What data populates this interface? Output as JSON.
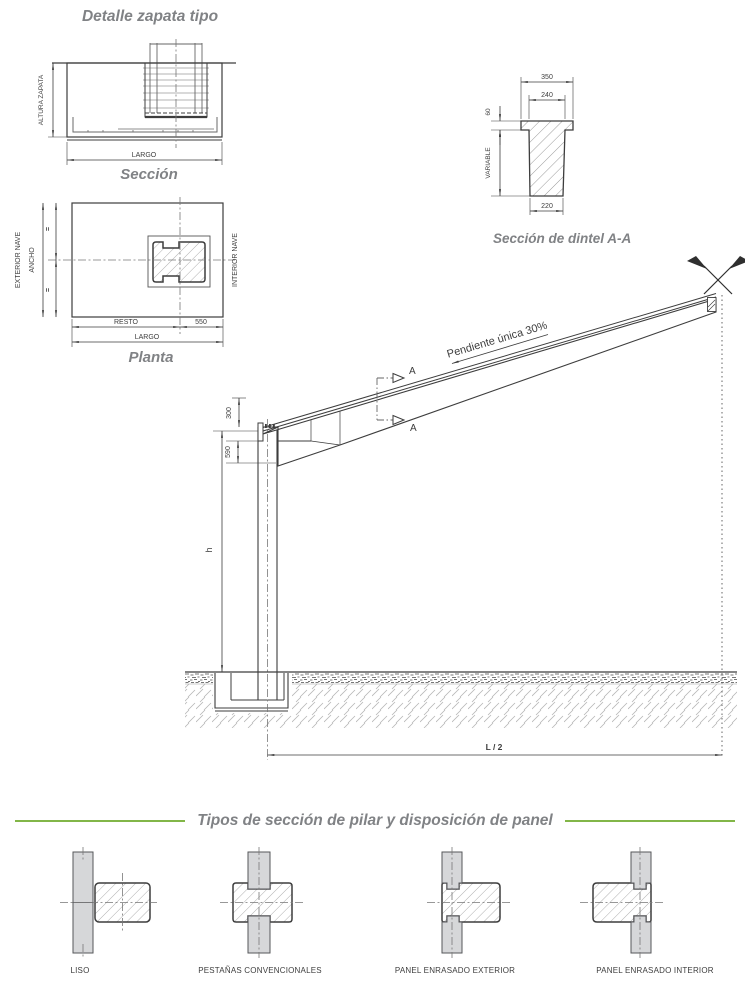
{
  "titles": {
    "detalle": "Detalle zapata tipo",
    "seccion": "Sección",
    "planta": "Planta",
    "dintel_caption": "Sección de dintel A-A",
    "pillar_section": "Tipos de sección de pilar y disposición de panel"
  },
  "seccion_view": {
    "altura": "ALTURA ZAPATA",
    "largo": "LARGO"
  },
  "planta_view": {
    "exterior": "EXTERIOR NAVE",
    "interior": "INTERIOR NAVE",
    "ancho": "ANCHO",
    "eq": "=",
    "resto": "RESTO",
    "d550": "550",
    "largo": "LARGO"
  },
  "dintel_view": {
    "d350": "350",
    "d240": "240",
    "d60": "60",
    "variable": "VARIABLE",
    "d220": "220"
  },
  "frame": {
    "slope": "Pendiente única 30%",
    "a": "A",
    "d300": "300",
    "d590": "590",
    "h": "h",
    "l2": "L / 2"
  },
  "pillar_types": [
    {
      "label": "LISO"
    },
    {
      "label": "PESTAÑAS CONVENCIONALES"
    },
    {
      "label": "PANEL ENRASADO EXTERIOR"
    },
    {
      "label": "PANEL ENRASADO INTERIOR"
    }
  ],
  "colors": {
    "line": "#3d3d3d",
    "title_gray": "#808285",
    "accent_green": "#82b648",
    "panel_fill": "#d6d7d9"
  }
}
